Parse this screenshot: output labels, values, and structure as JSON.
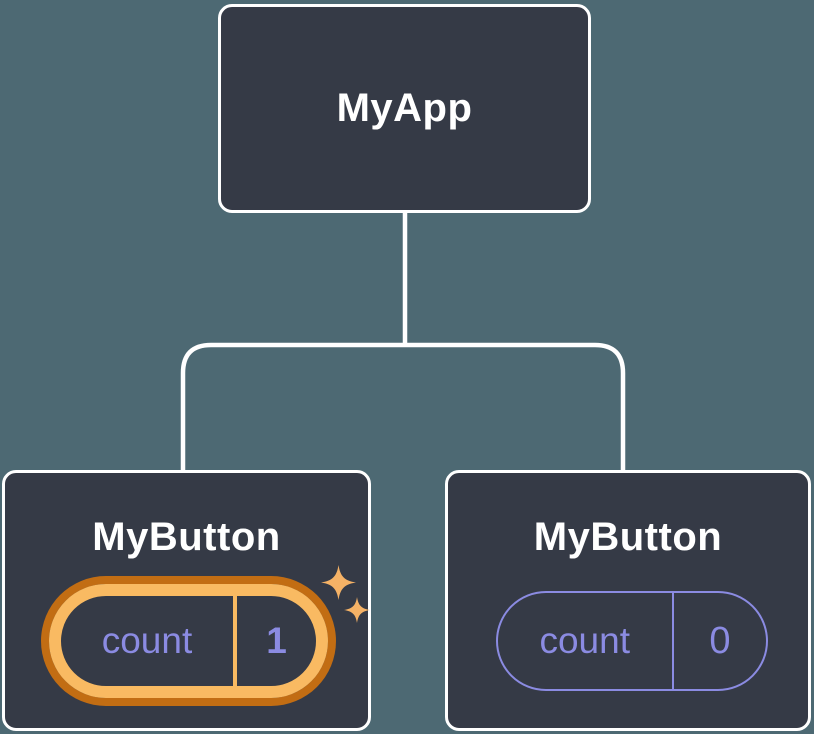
{
  "colors": {
    "background": "#4d6973",
    "card_background": "#353a46",
    "card_border": "#ffffff",
    "connector_line": "#ffffff",
    "state_purple": "#8b8be2",
    "highlight_gold": "#f9ba62",
    "highlight_orange": "#c26d13",
    "sparkle_gold": "#f5b266"
  },
  "tree": {
    "root": {
      "label": "MyApp"
    },
    "children": [
      {
        "label": "MyButton",
        "state": {
          "key": "count",
          "value": "1"
        },
        "highlighted": true
      },
      {
        "label": "MyButton",
        "state": {
          "key": "count",
          "value": "0"
        },
        "highlighted": false
      }
    ]
  }
}
